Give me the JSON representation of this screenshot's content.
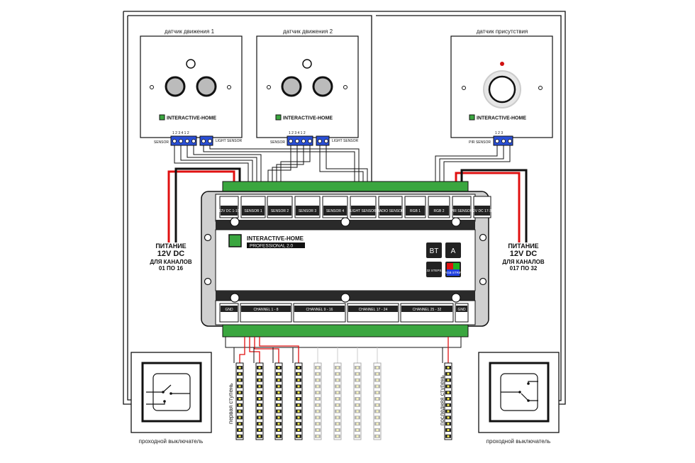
{
  "sensors": {
    "motion1": {
      "title": "датчик движения 1",
      "pins": "1 2 3 4   1 2",
      "left_label": "SENSOR",
      "right_label": "LIGHT SENSOR"
    },
    "motion2": {
      "title": "датчик движения 2",
      "pins": "1 2 3 4   1 2",
      "left_label": "SENSOR",
      "right_label": "LIGHT SENSOR"
    },
    "presence": {
      "title": "датчик присутствия",
      "pins": "1 2 3",
      "left_label": "PIR SENSOR"
    }
  },
  "brand": "INTERACTIVE-HOME",
  "controller": {
    "brand": "INTERACTIVE-HOME",
    "model": "PROFESSIONAL 2.0",
    "top_terminals": [
      "12V DC 1-16",
      "SENSOR 1",
      "SENSOR 2",
      "SENSOR 3",
      "SENSOR 4",
      "LIGHT SENSOR",
      "RADIO SENSOR",
      "RGB 1",
      "RGB 2",
      "PIR SENSOR",
      "12V DC 17-32"
    ],
    "bottom_terminals": [
      "GND",
      "CHANNEL 1 - 8",
      "CHANNEL 9 - 16",
      "CHANNEL 17 - 24",
      "CHANNEL 25 - 32",
      "GND"
    ],
    "badges": {
      "bt": "BT",
      "android": "A",
      "steps": "32 STEPS",
      "rgb": "RGB STRIP"
    }
  },
  "power_left": {
    "line1": "ПИТАНИЕ",
    "line2": "12V DC",
    "line3": "ДЛЯ КАНАЛОВ",
    "line4": "01 ПО 16"
  },
  "power_right": {
    "line1": "ПИТАНИЕ",
    "line2": "12V DC",
    "line3": "ДЛЯ КАНАЛОВ",
    "line4": "017 ПО 32"
  },
  "strips": {
    "first": "первая ступень",
    "last": "последняя ступень"
  },
  "switches": {
    "left": "проходной выключатель",
    "right": "проходной выключатель"
  },
  "colors": {
    "terminal_green": "#3aa63f",
    "sensor_blue": "#2a4fd6",
    "wire_red": "#e01010",
    "wire_black": "#111111"
  }
}
